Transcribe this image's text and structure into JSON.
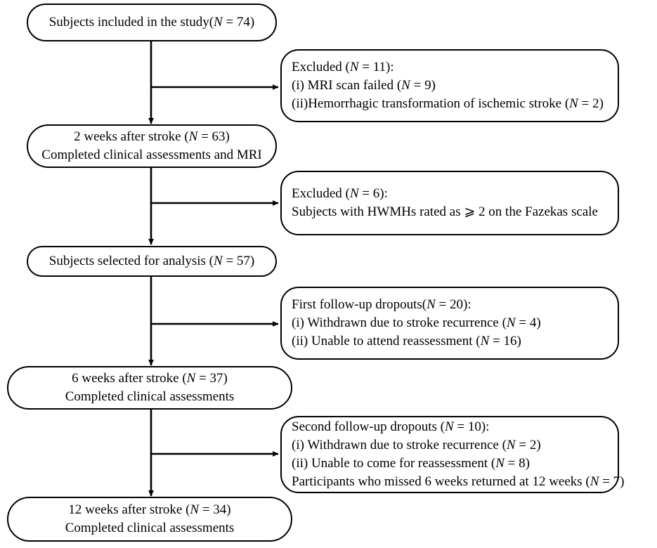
{
  "diagram": {
    "title": "Study participant flow diagram",
    "type": "flowchart",
    "stroke_color": "#000000",
    "background_color": "#ffffff",
    "nodes": {
      "enrolled": {
        "lines": [
          "Subjects included in the study(N = 74)"
        ]
      },
      "excluded_1": {
        "lines": [
          "Excluded (N = 11):",
          "(i) MRI scan failed (N = 9)",
          "(ii)Hemorrhagic transformation of ischemic stroke (N = 2)"
        ]
      },
      "week2": {
        "lines": [
          "2 weeks after stroke (N = 63)",
          "Completed clinical assessments and MRI"
        ]
      },
      "excluded_2": {
        "lines": [
          "Excluded (N = 6):",
          "Subjects with HWMHs rated as ⩾ 2 on the Fazekas scale"
        ]
      },
      "selected": {
        "lines": [
          "Subjects selected for analysis (N = 57)"
        ]
      },
      "dropouts_1": {
        "lines": [
          "First follow-up dropouts(N = 20):",
          "(i) Withdrawn due to stroke recurrence (N = 4)",
          "(ii) Unable to attend reassessment (N = 16)"
        ]
      },
      "week6": {
        "lines": [
          "6 weeks after stroke (N = 37)",
          "Completed clinical assessments"
        ]
      },
      "dropouts_2": {
        "lines": [
          "Second follow-up dropouts (N = 10):",
          "(i) Withdrawn due to stroke recurrence (N = 2)",
          "(ii) Unable to come for reassessment (N = 8)",
          "Participants who missed 6 weeks returned at 12 weeks (N = 7)"
        ]
      },
      "week12": {
        "lines": [
          "12 weeks after stroke (N = 34)",
          "Completed clinical assessments"
        ]
      }
    },
    "counts": {
      "enrolled": 74,
      "excluded_1_total": 11,
      "excluded_1_mri_failed": 9,
      "excluded_1_hemorrhagic": 2,
      "week2": 63,
      "excluded_2_total": 6,
      "selected": 57,
      "dropouts_1_total": 20,
      "dropouts_1_recurrence": 4,
      "dropouts_1_unable": 16,
      "week6": 37,
      "dropouts_2_total": 10,
      "dropouts_2_recurrence": 2,
      "dropouts_2_unable": 8,
      "dropouts_2_returned": 7,
      "week12": 34
    }
  }
}
